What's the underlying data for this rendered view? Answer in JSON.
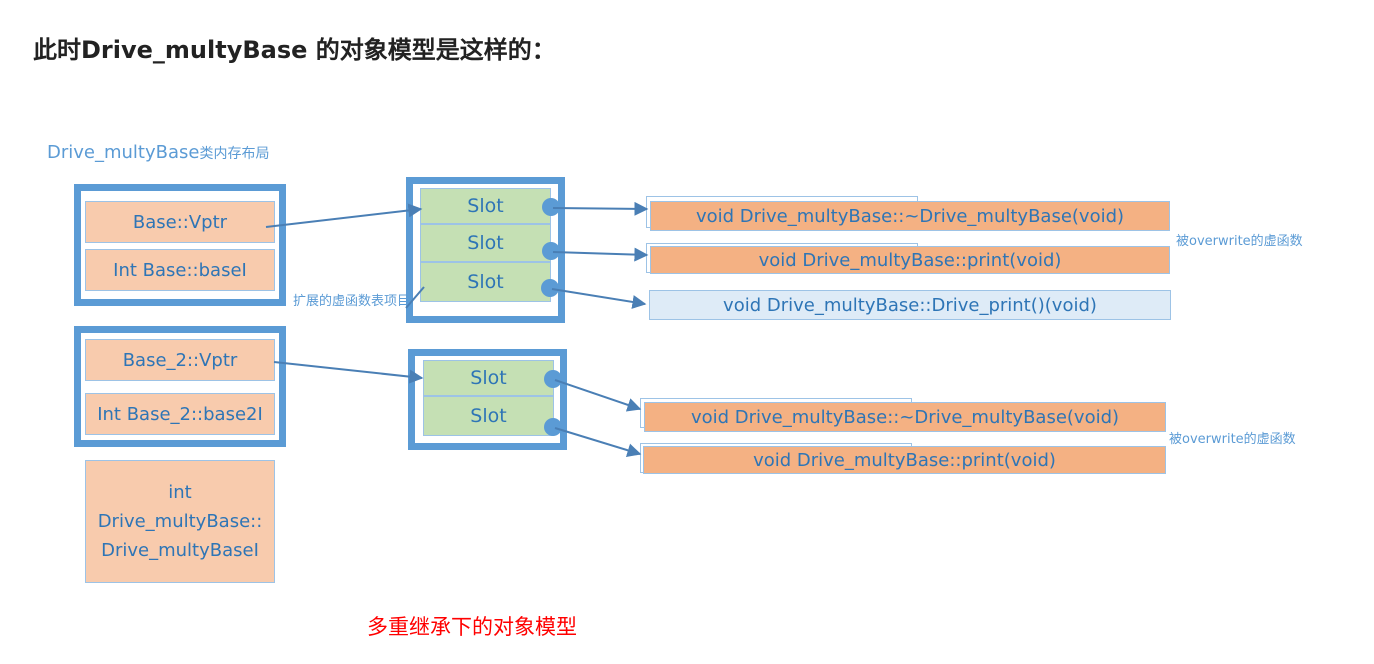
{
  "heading": "此时Drive_multyBase 的对象模型是这样的：",
  "diagram": {
    "title_main": "Drive_multyBase",
    "title_sub": "类内存布局",
    "obj1": {
      "vptr": "Base::Vptr",
      "member": "Int Base::baseI"
    },
    "obj2": {
      "vptr": "Base_2::Vptr",
      "member": "Int Base_2::base2I"
    },
    "own_member": {
      "line1": "int",
      "line2": "Drive_multyBase::",
      "line3": "Drive_multyBaseI"
    },
    "vtable1": {
      "slots": [
        "Slot",
        "Slot",
        "Slot"
      ],
      "note": "扩展的虚函数表项目"
    },
    "vtable2": {
      "slots": [
        "Slot",
        "Slot"
      ]
    },
    "funcs1": [
      "void Drive_multyBase::~Drive_multyBase(void)",
      "void Drive_multyBase::print(void)",
      "void Drive_multyBase::Drive_print()(void)"
    ],
    "funcs2": [
      "void Drive_multyBase::~Drive_multyBase(void)",
      "void Drive_multyBase::print(void)"
    ],
    "overwrite_note_1": "被overwrite的虚函数",
    "overwrite_note_2": "被overwrite的虚函数",
    "caption": "多重继承下的对象模型"
  },
  "colors": {
    "frame": "#5b9bd5",
    "field_fill": "#f8cbad",
    "slot_fill": "#c5e0b4",
    "func_fill": "#f4b183",
    "func_ext_fill": "#deebf7",
    "text_blue": "#2e75b6",
    "caption": "#ff0000"
  }
}
